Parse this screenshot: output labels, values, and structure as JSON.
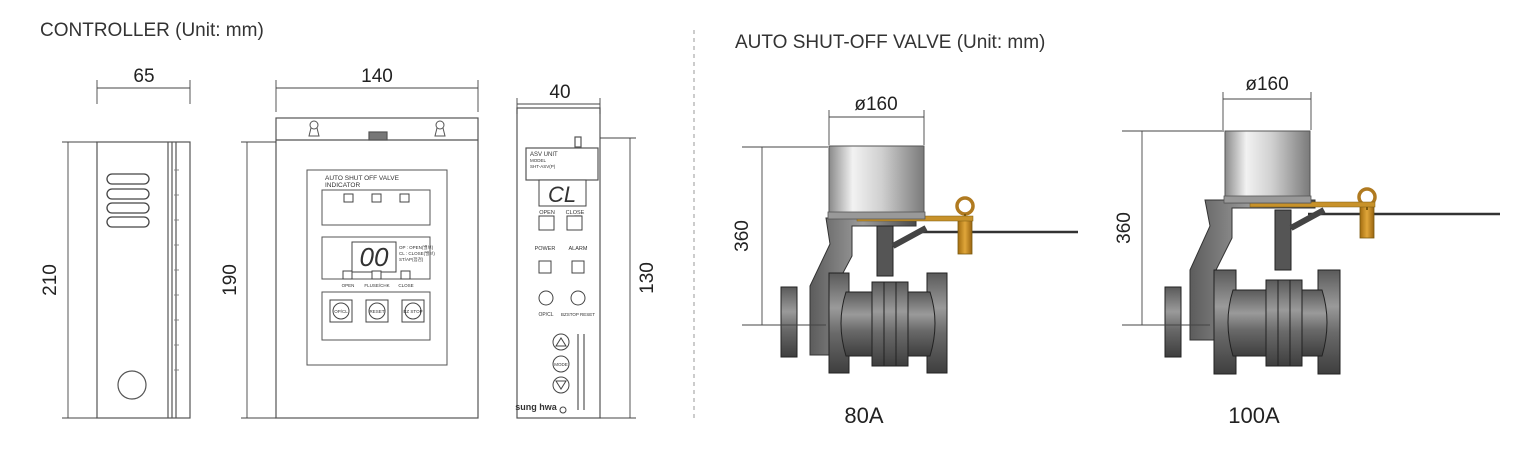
{
  "controller": {
    "title": "CONTROLLER (Unit: mm)",
    "dims": {
      "side_width": "65",
      "front_width": "140",
      "front_side_height": "190",
      "total_height": "210",
      "unit_width": "40",
      "unit_height": "130"
    },
    "front_panel": {
      "label": "AUTO SHUT OFF VALVE\nINDICATOR",
      "display": "00",
      "status_lines": [
        "OP : OPEN(밸브)",
        "CL : CLOSE(밸브)",
        "ST/AP(점검)"
      ],
      "indicators": [
        "OPEN",
        "FLUSE/CHK",
        "CLOSE"
      ],
      "buttons": [
        "OP/CL",
        "RESET",
        "BZ STOP"
      ]
    },
    "unit": {
      "label_lines": [
        "ASV UNIT",
        "MODEL",
        "SHT-ASV(P)"
      ],
      "display": "CL",
      "switch_labels": [
        "OPEN",
        "CLOSE"
      ],
      "lamp_labels": [
        "POWER",
        "ALARM"
      ],
      "button_labels": [
        "OP/CL",
        "BZSTOP RESET"
      ],
      "mode_label": "MODE",
      "brand": "sung hwa"
    }
  },
  "valve": {
    "title": "AUTO SHUT-OFF VALVE (Unit: mm)",
    "models": [
      {
        "name": "80A",
        "diameter": "ø160",
        "height": "360"
      },
      {
        "name": "100A",
        "diameter": "ø160",
        "height": "360"
      }
    ]
  },
  "colors": {
    "line": "#555555",
    "dim_line": "#444444",
    "brass": "#c8922a",
    "valve_body": "#6e6e6e",
    "actuator": "#cfcfcf"
  }
}
